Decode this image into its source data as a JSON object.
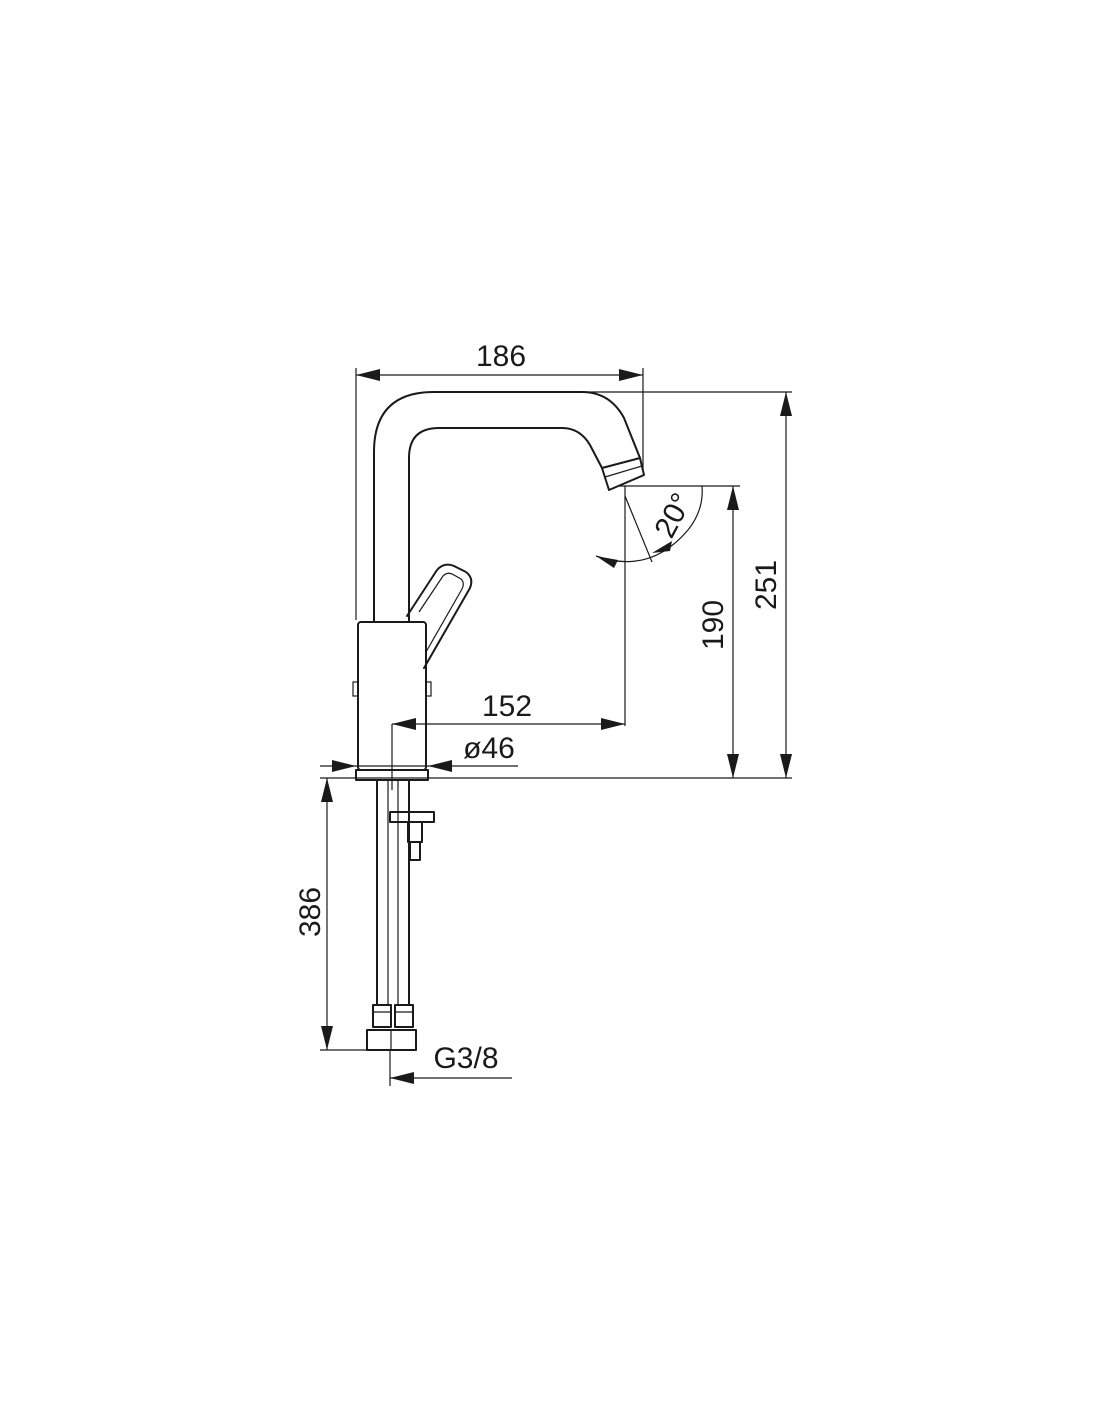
{
  "drawing": {
    "dimensions": {
      "spout_reach": "186",
      "total_height": "251",
      "outlet_height": "190",
      "outlet_distance": "152",
      "body_diameter": "ø46",
      "outlet_angle": "20°",
      "hose_length": "386",
      "connection_thread": "G3/8"
    },
    "colors": {
      "line": "#1a1a1a",
      "background": "#ffffff"
    }
  }
}
